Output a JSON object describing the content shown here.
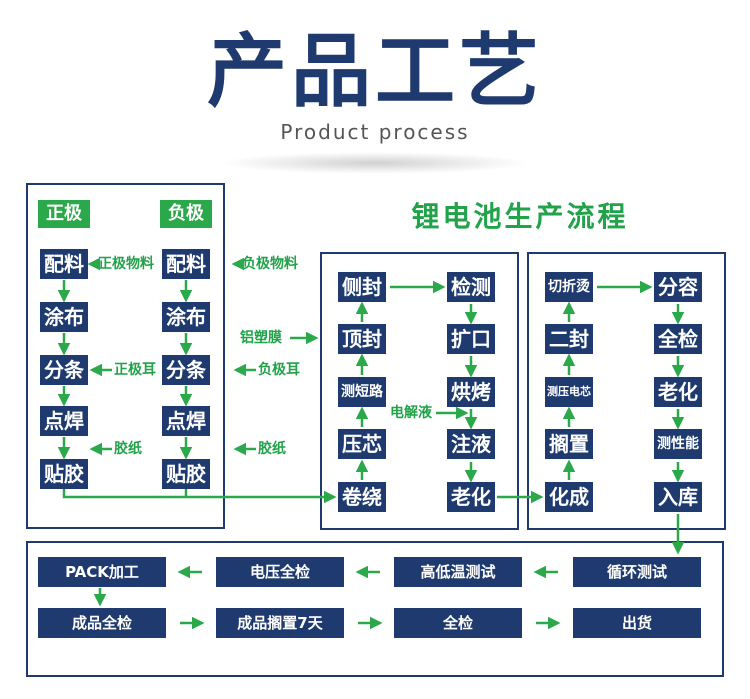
{
  "title": "产品工艺",
  "subtitle": "Product process",
  "heading": "锂电池生产流程",
  "colors": {
    "navy": "#1e3a6e",
    "green": "#2aa84a"
  },
  "left": {
    "positive_label": "正极",
    "negative_label": "负极",
    "steps": [
      "配料",
      "涂布",
      "分条",
      "点焊",
      "贴胶"
    ],
    "notes": {
      "pos_material": "正极物料",
      "neg_material": "负极物料",
      "pos_tab": "正极耳",
      "neg_tab": "负极耳",
      "tape_inner": "胶纸",
      "tape_outer": "胶纸",
      "film": "铝塑膜"
    }
  },
  "middle": {
    "left_col": [
      "卷绕",
      "压芯",
      "测短路",
      "顶封",
      "侧封"
    ],
    "right_col": [
      "检测",
      "扩口",
      "烘烤",
      "注液",
      "老化"
    ],
    "electrolyte": "电解液"
  },
  "right": {
    "left_col": [
      "化成",
      "搁置",
      "测压电芯",
      "二封",
      "切折烫"
    ],
    "right_col": [
      "分容",
      "全检",
      "老化",
      "测性能",
      "入库"
    ]
  },
  "bottom": {
    "row1": [
      "循环测试",
      "高低温测试",
      "电压全检",
      "PACK加工"
    ],
    "row2": [
      "成品全检",
      "成品搁置7天",
      "全检",
      "出货"
    ]
  }
}
